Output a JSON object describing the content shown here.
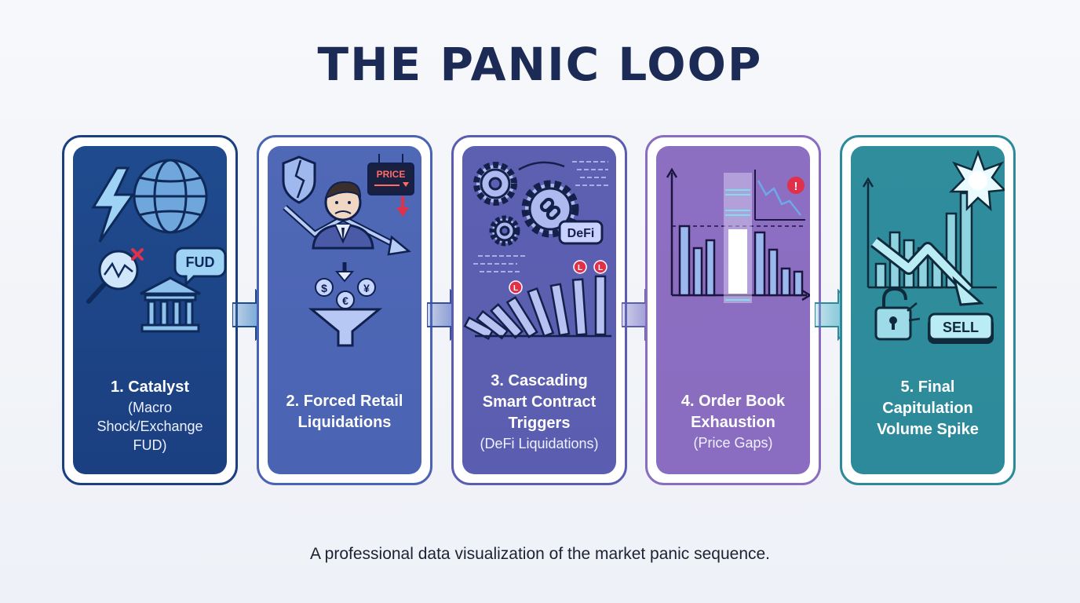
{
  "title": "THE PANIC LOOP",
  "stages": [
    {
      "title_lines": [
        "1. Catalyst"
      ],
      "sub_lines": [
        "(Macro",
        "Shock/Exchange",
        "FUD)"
      ],
      "icon_label": "FUD",
      "color_outer": "#1b3f80",
      "color_panel": "#1f4b8e"
    },
    {
      "title_lines": [
        "2. Forced Retail",
        "Liquidations"
      ],
      "sub_lines": [],
      "icon_label": "PRICE",
      "color_outer": "#4a63b3",
      "color_panel": "#5069b6"
    },
    {
      "title_lines": [
        "3. Cascading",
        "Smart Contract",
        "Triggers"
      ],
      "sub_lines": [
        "(DeFi Liquidations)"
      ],
      "icon_label": "DeFi",
      "icon_marker": "L",
      "color_outer": "#5b5eb0",
      "color_panel": "#5d5fb1"
    },
    {
      "title_lines": [
        "4. Order Book",
        "Exhaustion"
      ],
      "sub_lines": [
        "(Price Gaps)"
      ],
      "icon_label": "!",
      "color_outer": "#8a6cc0",
      "color_panel": "#8d6fc2"
    },
    {
      "title_lines": [
        "5. Final",
        "Capitulation",
        "Volume Spike"
      ],
      "sub_lines": [],
      "icon_label": "SELL",
      "color_outer": "#2d8a9a",
      "color_panel": "#2f8d9c"
    }
  ],
  "footer": "A professional data visualization of the market panic sequence."
}
